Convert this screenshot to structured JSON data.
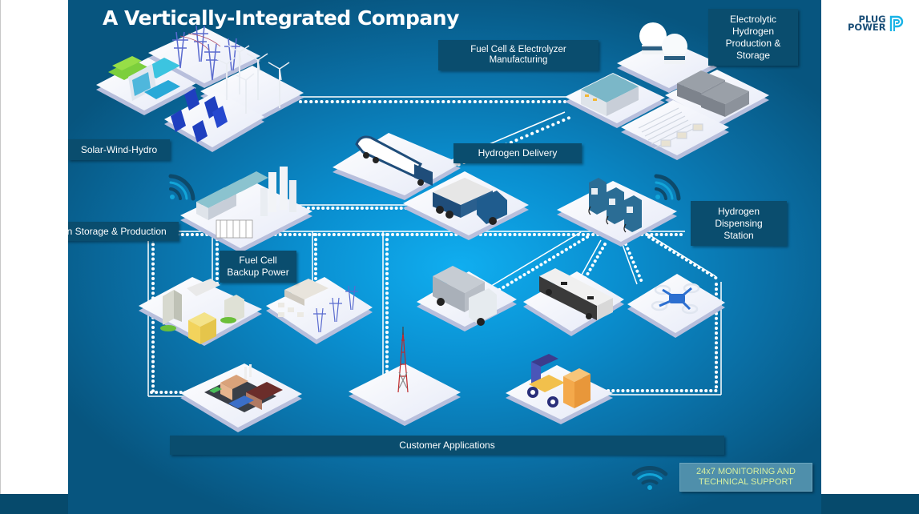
{
  "slide": {
    "title": "A Vertically-Integrated Company"
  },
  "brand": {
    "logo_line1": "PLUG",
    "logo_line2": "POWER",
    "primary_color": "#0a4d6e",
    "accent_color": "#19b3e6",
    "support_text_color": "#d7f0a0"
  },
  "labels": {
    "solar_wind_hydro": "Solar-Wind-Hydro",
    "fuel_cell_manufacturing_line1": "Fuel Cell & Electrolyzer",
    "fuel_cell_manufacturing_line2": "Manufacturing",
    "electrolytic_line1": "Electrolytic",
    "electrolytic_line2": "Hydrogen",
    "electrolytic_line3": "Production &",
    "electrolytic_line4": "Storage",
    "hydrogen_delivery": "Hydrogen Delivery",
    "hydrogen_storage_production": "Hydrogen Storage & Production",
    "dispensing_line1": "Hydrogen",
    "dispensing_line2": "Dispensing",
    "dispensing_line3": "Station",
    "backup_line1": "Fuel Cell",
    "backup_line2": "Backup Power",
    "customer_applications": "Customer Applications",
    "support_line1": "24x7 MONITORING AND",
    "support_line2": "TECHNICAL SUPPORT"
  },
  "nodes": [
    {
      "name": "hydro-dam",
      "icon": "dam"
    },
    {
      "name": "power-transmission",
      "icon": "pylon"
    },
    {
      "name": "wind-farm",
      "icon": "wind-turbine"
    },
    {
      "name": "solar-farm",
      "icon": "solar-panel"
    },
    {
      "name": "manufacturing-plant",
      "icon": "factory"
    },
    {
      "name": "hydrogen-tanks",
      "icon": "sphere-tank"
    },
    {
      "name": "electrolyzer-containers",
      "icon": "container"
    },
    {
      "name": "electrolyzer-array",
      "icon": "electrolyzer"
    },
    {
      "name": "tanker-truck",
      "icon": "tanker-truck"
    },
    {
      "name": "tube-trailer-truck",
      "icon": "delivery-truck"
    },
    {
      "name": "storage-production-site",
      "icon": "storage-plant"
    },
    {
      "name": "dispensing-station",
      "icon": "fuel-dispenser"
    },
    {
      "name": "city-buildings",
      "icon": "buildings"
    },
    {
      "name": "data-center-grid",
      "icon": "datacenter"
    },
    {
      "name": "box-truck",
      "icon": "box-truck"
    },
    {
      "name": "bus",
      "icon": "bus"
    },
    {
      "name": "drone",
      "icon": "drone"
    },
    {
      "name": "industrial-factory",
      "icon": "factory-complex"
    },
    {
      "name": "telecom-tower",
      "icon": "cell-tower"
    },
    {
      "name": "forklift",
      "icon": "forklift"
    }
  ]
}
